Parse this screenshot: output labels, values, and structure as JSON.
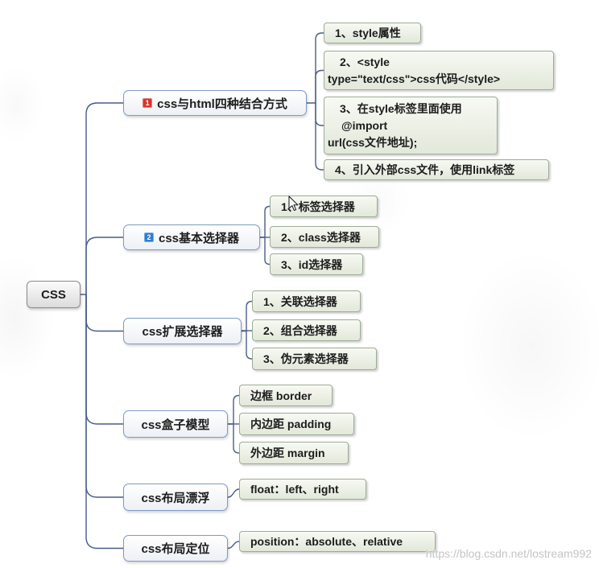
{
  "root": {
    "label": "CSS"
  },
  "branches": [
    {
      "label": "css与html四种结合方式",
      "badge": "1",
      "children": [
        {
          "lines": [
            "1、style属性"
          ]
        },
        {
          "lines": [
            "2、<style",
            "type=\"text/css\">css代码</style>"
          ]
        },
        {
          "lines": [
            "3、在style标签里面使用",
            "@import",
            "url(css文件地址);"
          ]
        },
        {
          "lines": [
            "4、引入外部css文件，使用link标签"
          ]
        }
      ]
    },
    {
      "label": "css基本选择器",
      "badge": "2",
      "children": [
        {
          "lines": [
            "1、标签选择器"
          ]
        },
        {
          "lines": [
            "2、class选择器"
          ]
        },
        {
          "lines": [
            "3、id选择器"
          ]
        }
      ]
    },
    {
      "label": "css扩展选择器",
      "children": [
        {
          "lines": [
            "1、关联选择器"
          ]
        },
        {
          "lines": [
            "2、组合选择器"
          ]
        },
        {
          "lines": [
            "3、伪元素选择器"
          ]
        }
      ]
    },
    {
      "label": "css盒子模型",
      "children": [
        {
          "lines": [
            "边框 border"
          ]
        },
        {
          "lines": [
            "内边距 padding"
          ]
        },
        {
          "lines": [
            "外边距 margin"
          ]
        }
      ]
    },
    {
      "label": "css布局漂浮",
      "children": [
        {
          "lines": [
            "float：left、right"
          ]
        }
      ]
    },
    {
      "label": "css布局定位",
      "children": [
        {
          "lines": [
            "position：absolute、relative"
          ]
        }
      ]
    }
  ],
  "watermark": "https://blog.csdn.net/lostream992",
  "icons": {
    "badge_1": "priority-1-icon",
    "badge_2": "priority-2-icon",
    "cursor": "mouse-pointer-icon"
  },
  "colors": {
    "connector": "#4a5d85",
    "topic_border": "#7f9ac6",
    "subtopic_border": "#9cac96",
    "badge_1": "#d8352a",
    "badge_2": "#2e7ed0"
  }
}
